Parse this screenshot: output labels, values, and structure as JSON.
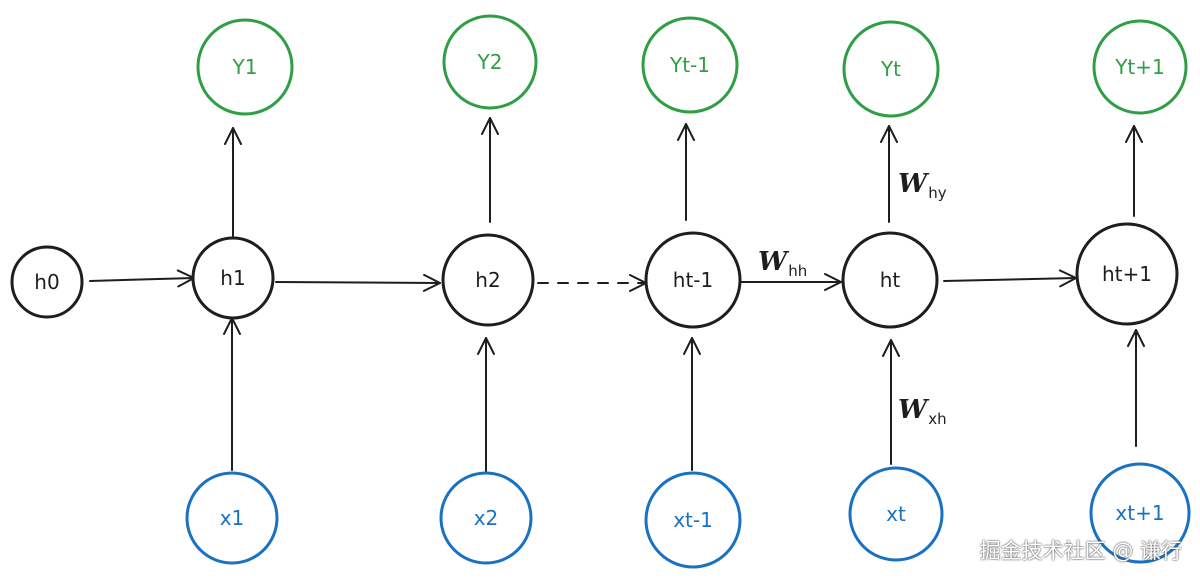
{
  "colors": {
    "hidden": "#1e1e1e",
    "output": "#2f9e44",
    "input": "#1971c2",
    "edge": "#1e1e1e"
  },
  "nodes": {
    "h0": "h0",
    "h1": "h1",
    "h2": "h2",
    "ht_1": "ht-1",
    "ht": "ht",
    "ht1": "ht+1",
    "y1": "Y1",
    "y2": "Y2",
    "yt_1": "Yt-1",
    "yt": "Yt",
    "yt1": "Yt+1",
    "x1": "x1",
    "x2": "x2",
    "xt_1": "xt-1",
    "xt": "xt",
    "xt1": "xt+1"
  },
  "weights": {
    "whh": {
      "main": "W",
      "sub": "hh"
    },
    "why": {
      "main": "W",
      "sub": "hy"
    },
    "wxh": {
      "main": "W",
      "sub": "xh"
    }
  },
  "watermark": "掘金技术社区 @ 谦行"
}
